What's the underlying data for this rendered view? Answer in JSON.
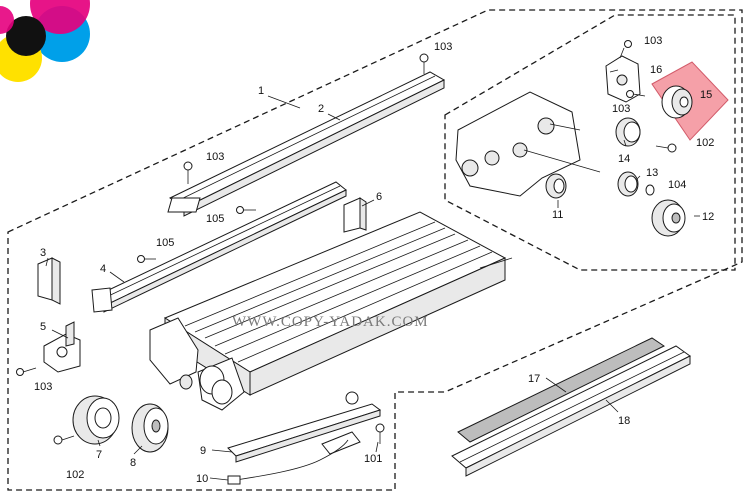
{
  "watermark": "WWW.COPY-YADAK.COM",
  "highlight_color": "#f5a0a8",
  "logo_colors": [
    "#111111",
    "#e5007e",
    "#00a0e9",
    "#ffe100"
  ],
  "callouts": {
    "c1": "1",
    "c2": "2",
    "c3": "3",
    "c4": "4",
    "c5": "5",
    "c6": "6",
    "c7": "7",
    "c8": "8",
    "c9": "9",
    "c10": "10",
    "c11": "11",
    "c12": "12",
    "c13": "13",
    "c14": "14",
    "c15": "15",
    "c16": "16",
    "c17": "17",
    "c18": "18",
    "c101": "101",
    "c102a": "102",
    "c102b": "102",
    "c103a": "103",
    "c103b": "103",
    "c103c": "103",
    "c103d": "103",
    "c103e": "103",
    "c104": "104",
    "c105a": "105",
    "c105b": "105"
  }
}
